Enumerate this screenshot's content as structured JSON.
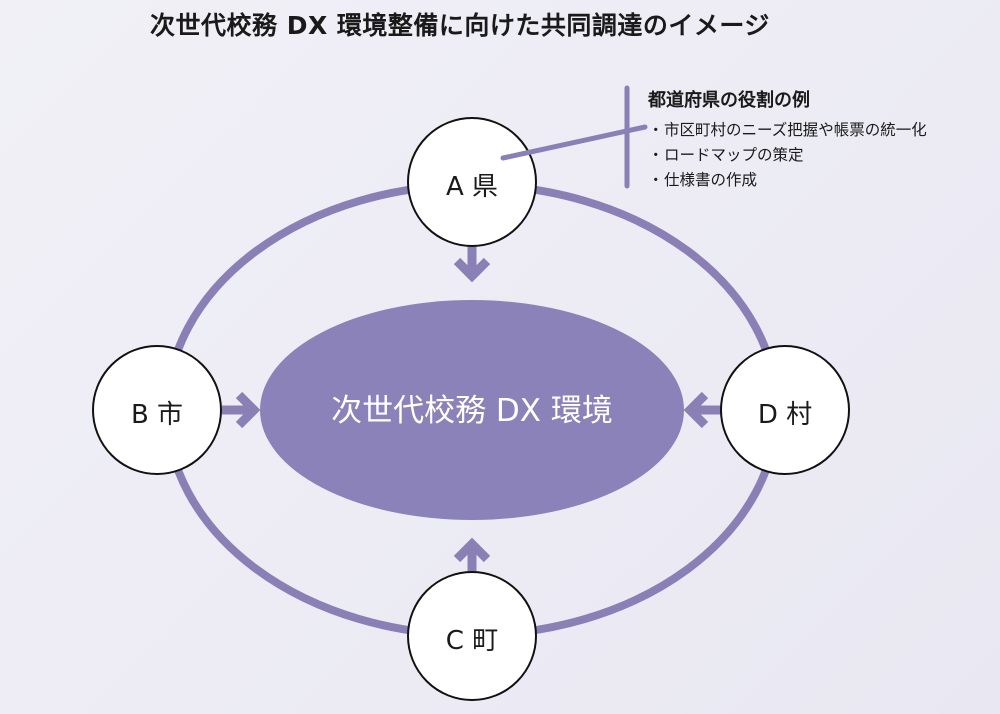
{
  "title": "次世代校務 DX 環境整備に向けた共同調達のイメージ",
  "center": {
    "label": "次世代校務 DX 環境"
  },
  "nodes": [
    {
      "id": "a",
      "label": "A 県",
      "position": "top"
    },
    {
      "id": "b",
      "label": "B 市",
      "position": "left"
    },
    {
      "id": "c",
      "label": "C 町",
      "position": "bottom"
    },
    {
      "id": "d",
      "label": "D 村",
      "position": "right"
    }
  ],
  "roles": {
    "title": "都道府県の役割の例",
    "bullet": "・",
    "items": [
      "市区町村のニーズ把握や帳票の統一化",
      "ロードマップの策定",
      "仕様書の作成"
    ]
  },
  "colors": {
    "accent": "#8a80b6",
    "center_fill": "#8a82b8",
    "node_fill": "#ffffff",
    "node_stroke": "#111111",
    "background": "#edecf4"
  }
}
